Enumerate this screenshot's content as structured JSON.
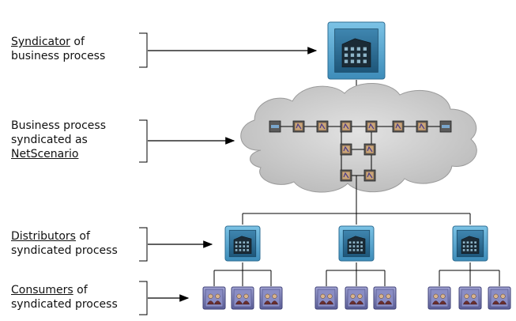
{
  "labels": {
    "syndicator": {
      "underlined": "Syndicator",
      "rest": " of",
      "line2": "business process"
    },
    "business": {
      "line1": "Business process",
      "line2": "syndicated as",
      "underlined": "NetScenario"
    },
    "distributors": {
      "underlined": "Distributors",
      "rest": " of",
      "line2": "syndicated process"
    },
    "consumers": {
      "underlined": "Consumers",
      "rest": " of",
      "line2": "syndicated process"
    }
  },
  "icons": {
    "syndicator": "office-building-icon",
    "distributor": "office-building-icon",
    "consumer": "people-icon",
    "process_step": "process-step-icon"
  },
  "colors": {
    "cloud": "#c8c8c8",
    "cloud_edge": "#9a9a9a",
    "tile_frame": "#5aa7cf",
    "tile_inner": "#2b6f97",
    "consumer_tile": "#7c7fb6",
    "step_fill": "#c9a57a",
    "line": "#000000"
  },
  "counts": {
    "distributors": 3,
    "consumers_per_distributor": 3
  }
}
